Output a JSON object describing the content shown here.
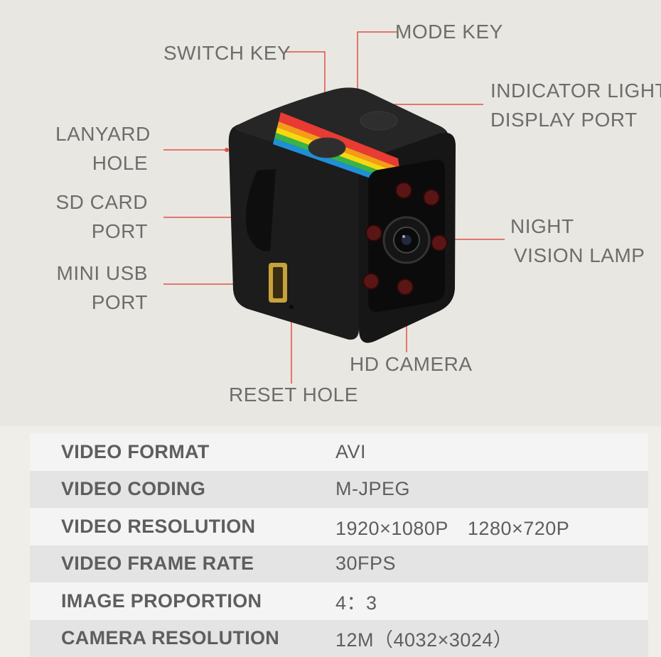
{
  "callouts": {
    "mode_key": [
      "MODE KEY"
    ],
    "switch_key": [
      "SWITCH KEY"
    ],
    "indicator_light": [
      "INDICATOR LIGHT",
      "DISPLAY PORT"
    ],
    "lanyard_hole": [
      "LANYARD",
      "HOLE"
    ],
    "sd_card_port": [
      "SD CARD",
      "PORT"
    ],
    "mini_usb_port": [
      "MINI USB",
      "PORT"
    ],
    "night_vision_lamp": [
      "NIGHT",
      "VISION LAMP"
    ],
    "hd_camera": [
      "HD CAMERA"
    ],
    "reset_hole": [
      "RESET HOLE"
    ]
  },
  "specs": [
    {
      "label": "VIDEO FORMAT",
      "value": "AVI"
    },
    {
      "label": "VIDEO CODING",
      "value": "M-JPEG"
    },
    {
      "label": "VIDEO RESOLUTION",
      "value": "1920×1080P　1280×720P"
    },
    {
      "label": "VIDEO FRAME RATE",
      "value": "30FPS"
    },
    {
      "label": "IMAGE PROPORTION",
      "value": "4：3"
    },
    {
      "label": "CAMERA RESOLUTION",
      "value": "12M（4032×3024）"
    }
  ],
  "colors": {
    "leader_line": "#e0504a",
    "camera_body": "#1c1c1c",
    "stripe": [
      "#e83b33",
      "#f59a1b",
      "#f5d80f",
      "#38b34a",
      "#1f8fd6"
    ]
  }
}
